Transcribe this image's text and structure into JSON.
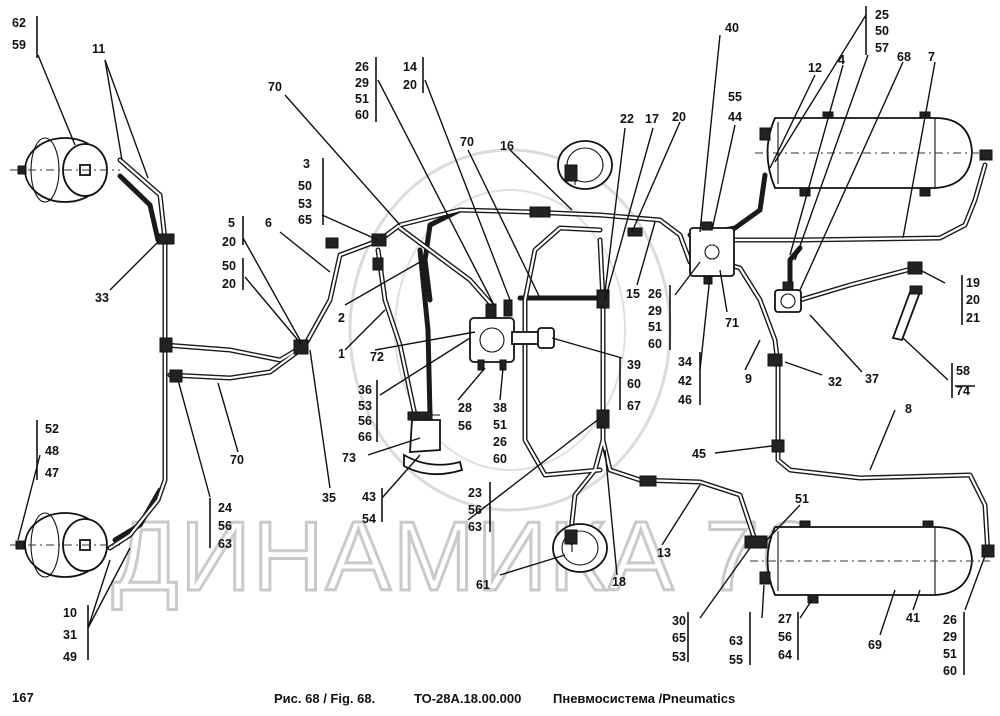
{
  "page_number": "167",
  "caption": {
    "figure": "Рис. 68 / Fig. 68.",
    "code": "ТО-28А.18.00.000",
    "title": "Пневмосистема /Pneumatics"
  },
  "watermark": "ДИНАМИКА 76",
  "callouts": {
    "c62": "62",
    "c59": "59",
    "c11": "11",
    "c33": "33",
    "c52": "52",
    "c48": "48",
    "c47": "47",
    "c10": "10",
    "c31": "31",
    "c49": "49",
    "c70a": "70",
    "c3": "3",
    "c50a": "50",
    "c53a": "53",
    "c65a": "65",
    "c5": "5",
    "c20a": "20",
    "c6": "6",
    "c50b": "50",
    "c20b": "20",
    "c2": "2",
    "c1": "1",
    "c70b": "70",
    "c35": "35",
    "c24": "24",
    "c56a": "56",
    "c63a": "63",
    "c26a": "26",
    "c29a": "29",
    "c51a": "51",
    "c60a": "60",
    "c14": "14",
    "c20c": "20",
    "c70c": "70",
    "c16": "16",
    "c72": "72",
    "c36": "36",
    "c53b": "53",
    "c56b": "56",
    "c66": "66",
    "c73": "73",
    "c43": "43",
    "c54": "54",
    "c28": "28",
    "c56c": "56",
    "c38": "38",
    "c51b": "51",
    "c26b": "26",
    "c60b": "60",
    "c23": "23",
    "c56d": "56",
    "c63b": "63",
    "c39": "39",
    "c60c": "60",
    "c67": "67",
    "c22": "22",
    "c17": "17",
    "c20d": "20",
    "c40": "40",
    "c55": "55",
    "c44": "44",
    "c15": "15",
    "c26c": "26",
    "c29b": "29",
    "c51c": "51",
    "c60d": "60",
    "c71": "71",
    "c34": "34",
    "c42": "42",
    "c46": "46",
    "c25": "25",
    "c50c": "50",
    "c57": "57",
    "c12": "12",
    "c4": "4",
    "c68": "68",
    "c7": "7",
    "c19": "19",
    "c20e": "20",
    "c21": "21",
    "c9": "9",
    "c32": "32",
    "c37": "37",
    "c58": "58",
    "c74": "74",
    "c8": "8",
    "c45": "45",
    "c13": "13",
    "c18": "18",
    "c61": "61",
    "c51d": "51",
    "c30": "30",
    "c65b": "65",
    "c53c": "53",
    "c63c": "63",
    "c55b": "55",
    "c27": "27",
    "c56e": "56",
    "c64": "64",
    "c69": "69",
    "c41": "41",
    "c26d": "26",
    "c29c": "29",
    "c51e": "51",
    "c60e": "60"
  }
}
